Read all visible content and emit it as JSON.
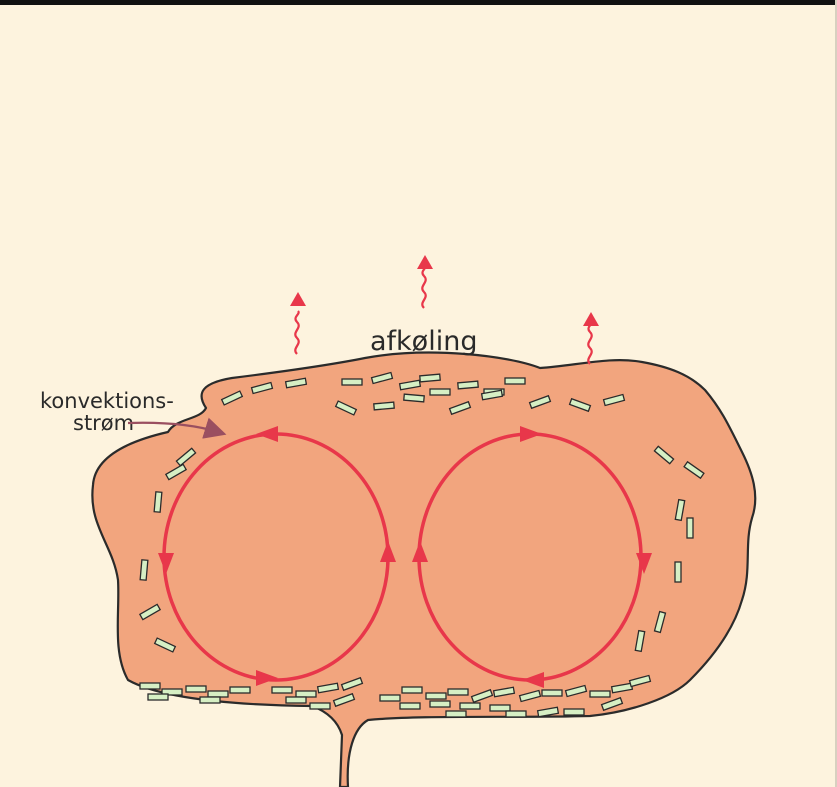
{
  "labels": {
    "cooling": "afkøling",
    "current_line1": "konvektions-",
    "current_line2": "strøm"
  },
  "colors": {
    "background": "#fdf3de",
    "magma": "#f2a57e",
    "outline": "#2b2b2b",
    "convection": "#e8374a",
    "crystal": "#d6efc4",
    "pointer": "#9a4f60"
  }
}
